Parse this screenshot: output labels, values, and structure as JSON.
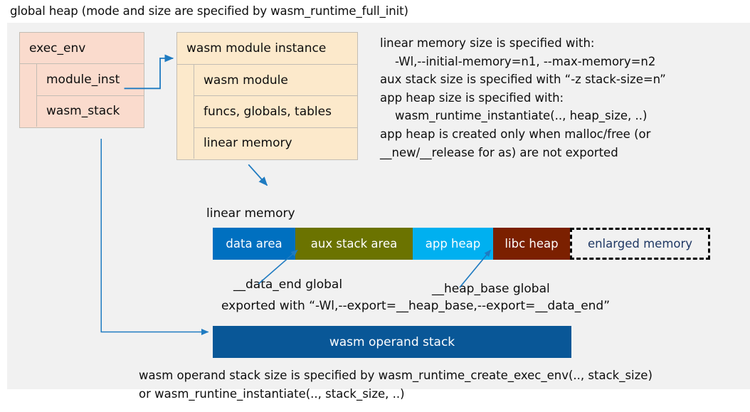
{
  "title": "global heap (mode and size are specified by wasm_runtime_full_init)",
  "colors": {
    "panel_bg": "#f1f1f1",
    "exec_env_fill": "#fadbcd",
    "module_inst_fill": "#fce9cb",
    "struct_border": "#c3bdb4",
    "connector": "#1f7bc1",
    "data_area": "#0070c0",
    "aux_stack_area": "#6b7300",
    "app_heap": "#00b0f0",
    "libc_heap": "#7b2000",
    "enlarged_memory_text": "#1f3864",
    "operand_stack": "#095797"
  },
  "exec_env": {
    "header": "exec_env",
    "fields": [
      {
        "label": "module_inst"
      },
      {
        "label": "wasm_stack"
      }
    ]
  },
  "module_instance": {
    "header": "wasm module instance",
    "fields": [
      {
        "label": "wasm module"
      },
      {
        "label": "funcs, globals, tables"
      },
      {
        "label": "linear memory"
      }
    ]
  },
  "runtime_notes": "linear memory size is specified with:\n    -Wl,--initial-memory=n1, --max-memory=n2\naux stack size is specified with “-z stack-size=n”\napp heap size is specified with:\n    wasm_runtime_instantiate(.., heap_size, ..)\napp heap is created only when malloc/free (or\n__new/__release for as) are not exported",
  "linear_memory": {
    "caption": "linear memory",
    "segments": [
      {
        "label": "data area",
        "color": "#0070c0",
        "width": 116,
        "dashed": false
      },
      {
        "label": "aux stack area",
        "color": "#6b7300",
        "width": 165,
        "dashed": false
      },
      {
        "label": "app heap",
        "color": "#00b0f0",
        "width": 113,
        "dashed": false
      },
      {
        "label": "libc heap",
        "color": "#7b2000",
        "width": 108,
        "dashed": false
      },
      {
        "label": "enlarged memory",
        "color": "#f1f1f1",
        "width": 197,
        "dashed": true
      }
    ]
  },
  "annotations": {
    "data_end": "__data_end global",
    "heap_base": "__heap_base global",
    "export_note": "exported with “-Wl,--export=__heap_base,--export=__data_end”"
  },
  "operand_stack": {
    "label": "wasm operand stack",
    "note": "wasm operand stack size is specified by wasm_runtime_create_exec_env(.., stack_size)\nor wasm_runtine_instantiate(.., stack_size, ..)"
  }
}
